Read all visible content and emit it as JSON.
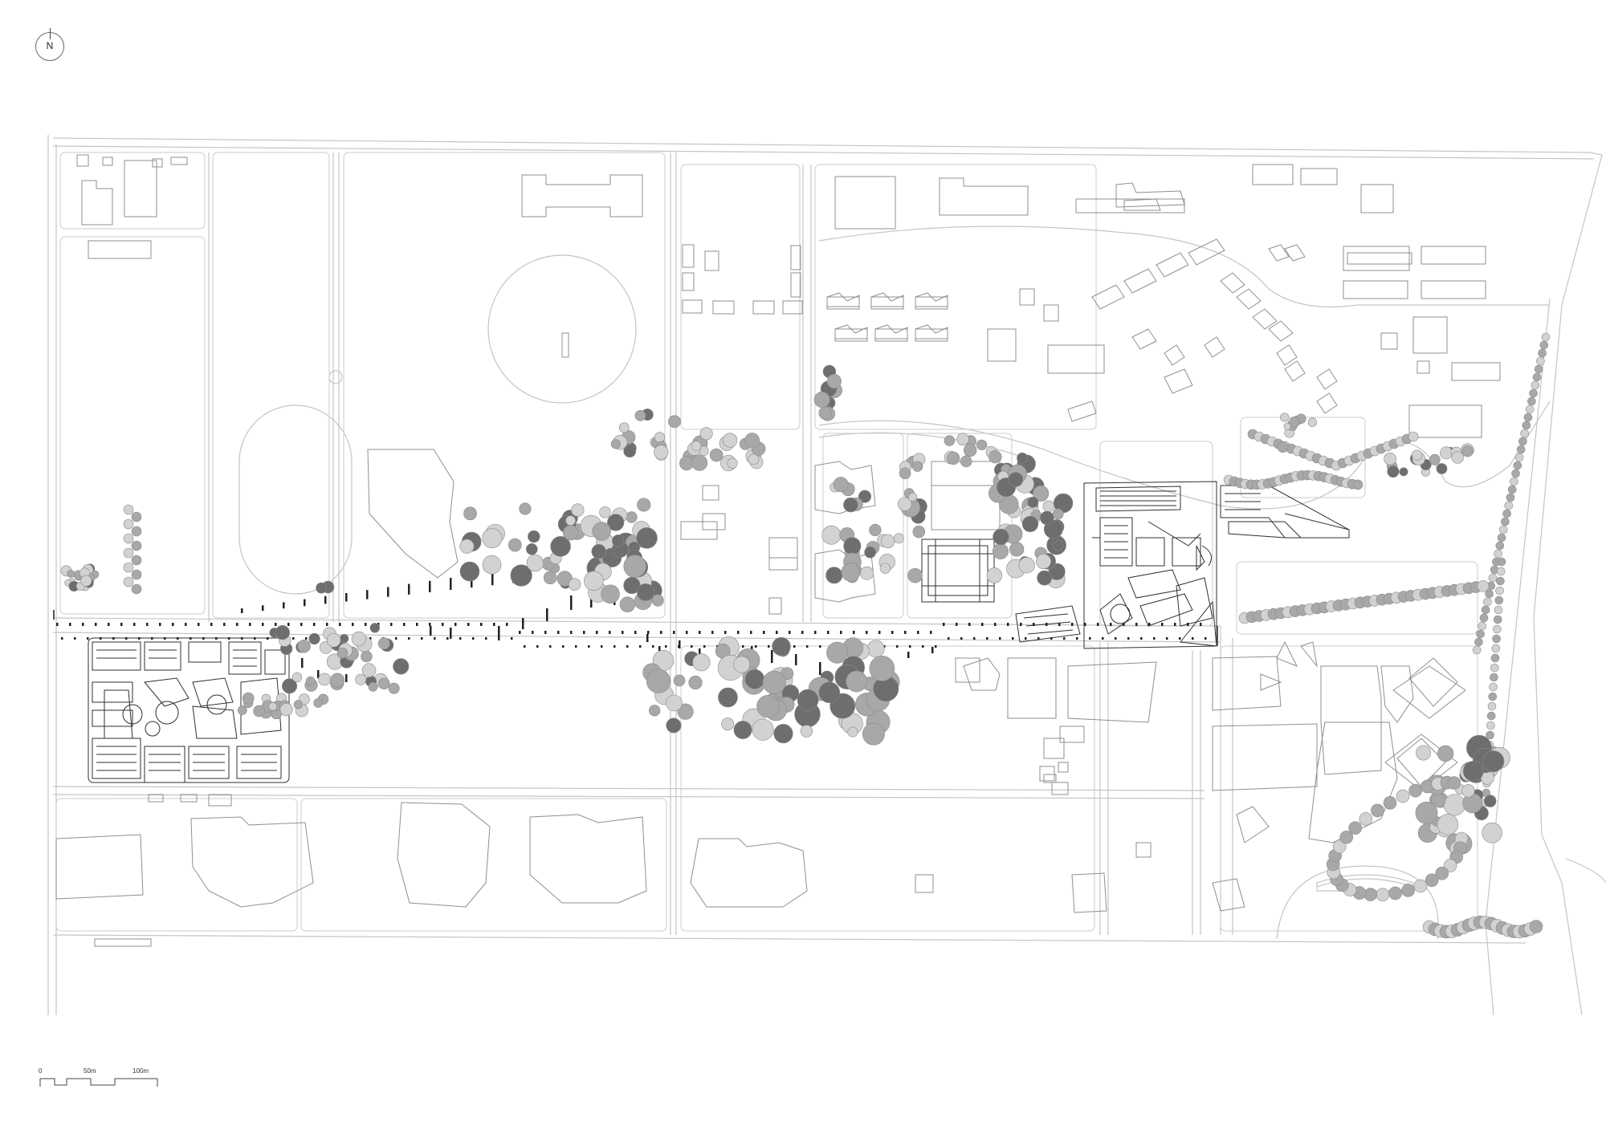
{
  "compass": {
    "label": "N",
    "icon": "north-arrow-icon"
  },
  "scale_bar": {
    "labels": [
      "0",
      "50m",
      "100m"
    ]
  },
  "map": {
    "type": "site-plan",
    "colors": {
      "line": "#b9b9b9",
      "building": "#9a9a9a",
      "detail": "#2a2a2a",
      "tree_dark": "#6e6e6e",
      "tree_mid": "#a8a8a8",
      "tree_light": "#d2d2d2"
    }
  }
}
